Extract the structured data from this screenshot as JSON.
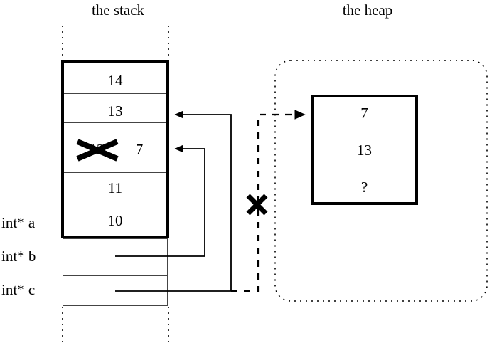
{
  "titles": {
    "stack": "the stack",
    "heap": "the heap"
  },
  "stack": {
    "cells": [
      {
        "value": "14"
      },
      {
        "value": "13"
      },
      {
        "value": "12",
        "struck": true,
        "new_value": "7"
      },
      {
        "value": "11"
      },
      {
        "value": "10"
      }
    ],
    "variables": [
      {
        "label": "int* a"
      },
      {
        "label": "int* b"
      },
      {
        "label": "int* c"
      }
    ]
  },
  "heap": {
    "cells": [
      {
        "value": "7"
      },
      {
        "value": "13"
      },
      {
        "value": "?"
      }
    ]
  },
  "annotations": {
    "strike_mark": "×",
    "broken_link_mark": "×"
  },
  "colors": {
    "ink": "#000000",
    "thin_rule": "#444444",
    "background": "#ffffff"
  }
}
